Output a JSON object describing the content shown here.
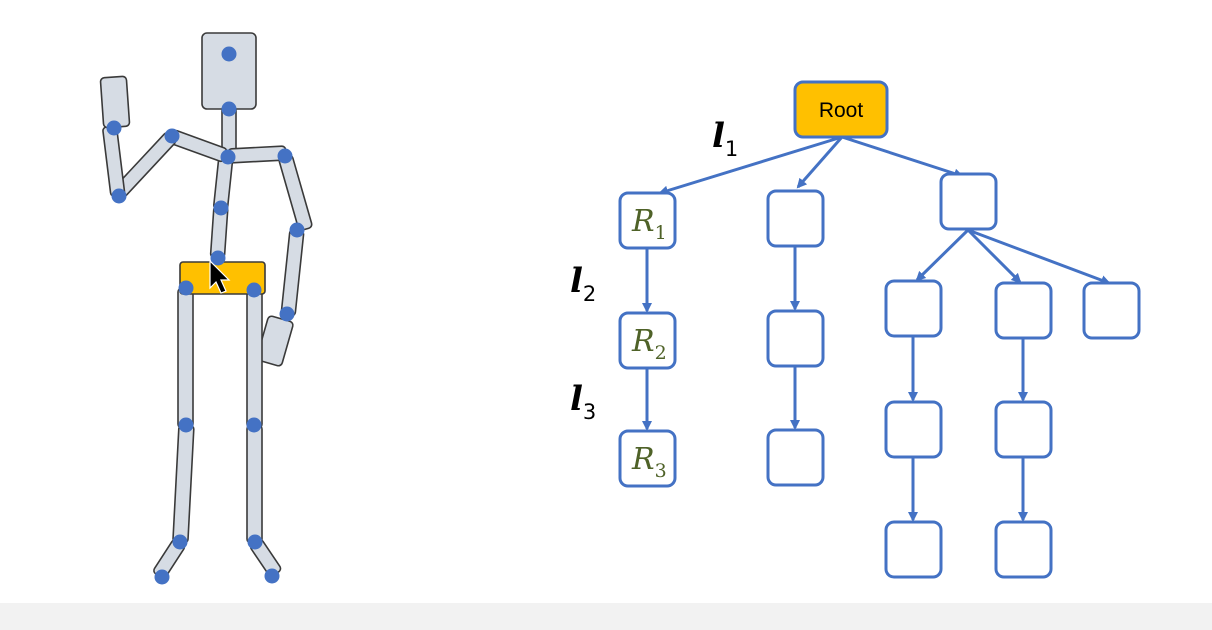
{
  "tree": {
    "root_label": "Root",
    "chain_nodes": [
      {
        "symbol": "R",
        "index": "1"
      },
      {
        "symbol": "R",
        "index": "2"
      },
      {
        "symbol": "R",
        "index": "3"
      }
    ],
    "link_labels": [
      {
        "symbol": "l",
        "index": "1"
      },
      {
        "symbol": "l",
        "index": "2"
      },
      {
        "symbol": "l",
        "index": "3"
      }
    ]
  },
  "colors": {
    "bone_fill": "#d6dce4",
    "joint": "#4472c4",
    "highlight": "#ffc000",
    "edge": "#4472c4",
    "node_label": "#4f6228"
  },
  "icons": {
    "cursor": "mouse-pointer-icon"
  }
}
